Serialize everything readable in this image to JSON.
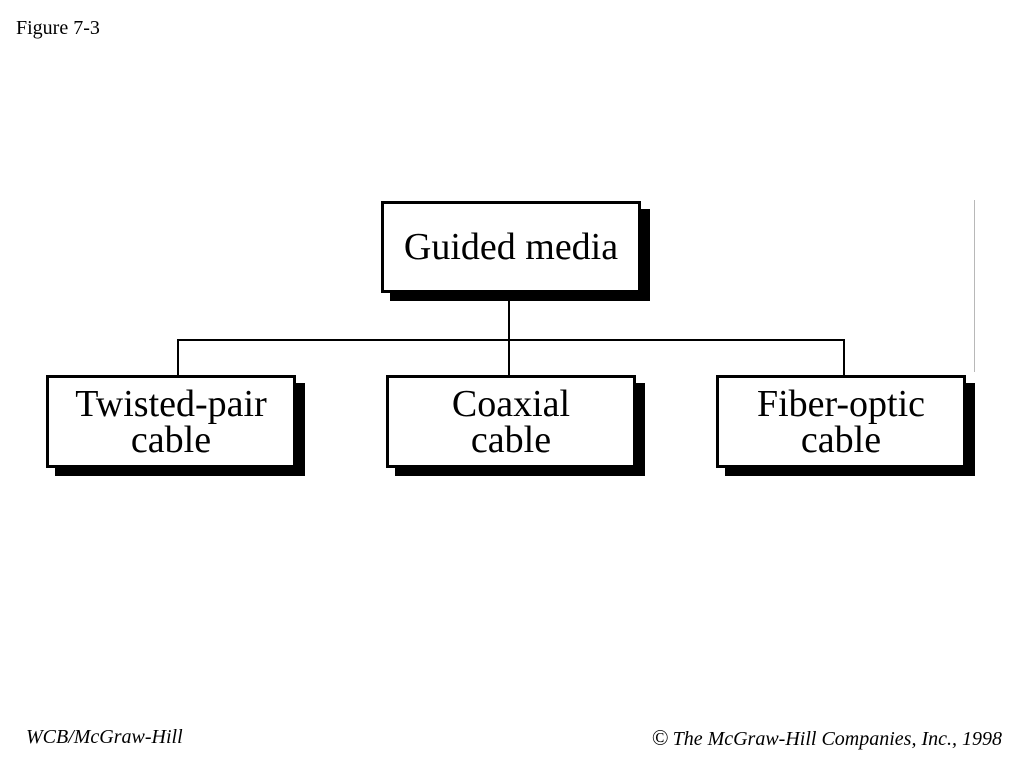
{
  "figure_label": "Figure 7-3",
  "diagram": {
    "root": {
      "label": "Guided media"
    },
    "children": [
      {
        "line1": "Twisted-pair",
        "line2": "cable"
      },
      {
        "line1": "Coaxial",
        "line2": "cable"
      },
      {
        "line1": "Fiber-optic",
        "line2": "cable"
      }
    ]
  },
  "footer": {
    "left": "WCB/McGraw-Hill",
    "copyright_symbol": "©",
    "right": "The McGraw-Hill Companies, Inc., 1998"
  }
}
